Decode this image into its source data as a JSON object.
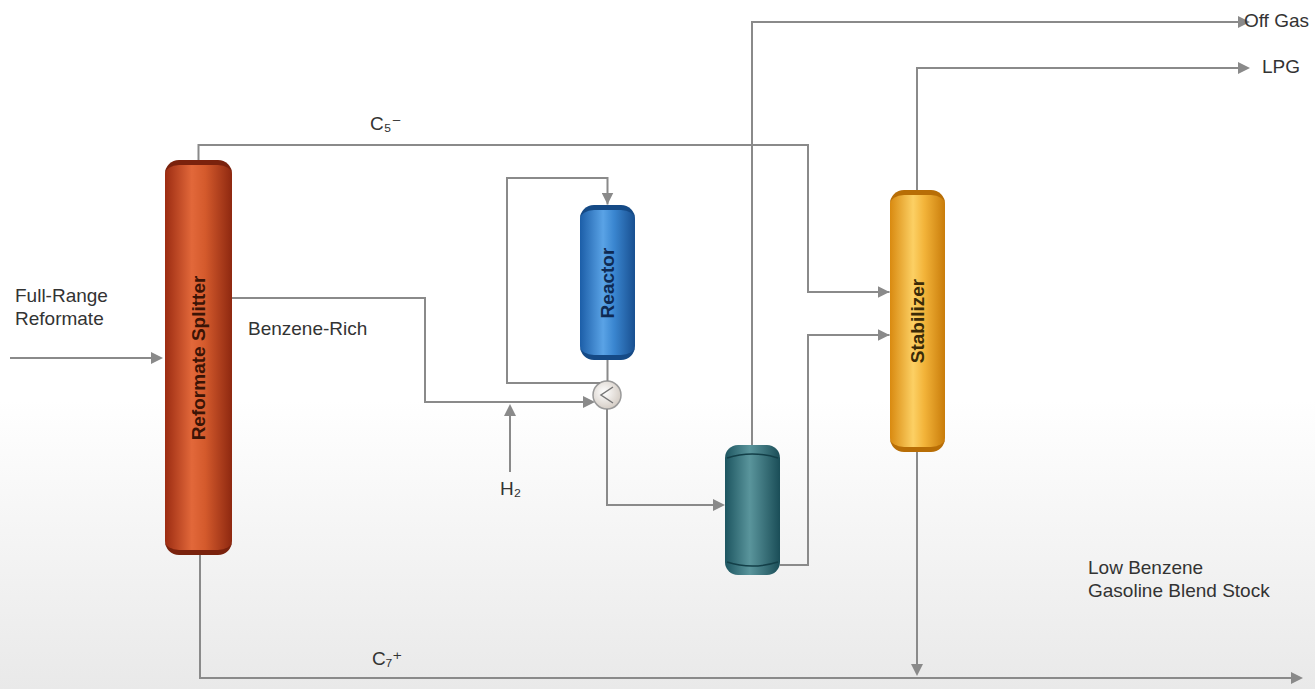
{
  "diagram": {
    "nodes": [
      {
        "text": [
          "Reformate Splitter"
        ]
      },
      {
        "text": [
          "Reactor"
        ]
      },
      {
        "text": [
          "Stabilizer"
        ]
      }
    ],
    "edges": [
      {
        "from": 0,
        "to": 2,
        "arrow": "to",
        "label": "C₅⁻"
      },
      {
        "from": 0,
        "to": 1,
        "arrow": "to",
        "label": "Benzene-Rich"
      },
      {
        "from": 1,
        "to": 2,
        "arrow": "to"
      }
    ],
    "labels": [
      "Off Gas",
      "LPG",
      "Full-Range Reformate",
      "H₂",
      "C₇⁺",
      "Low Benzene Gasoline Blend Stock"
    ]
  }
}
